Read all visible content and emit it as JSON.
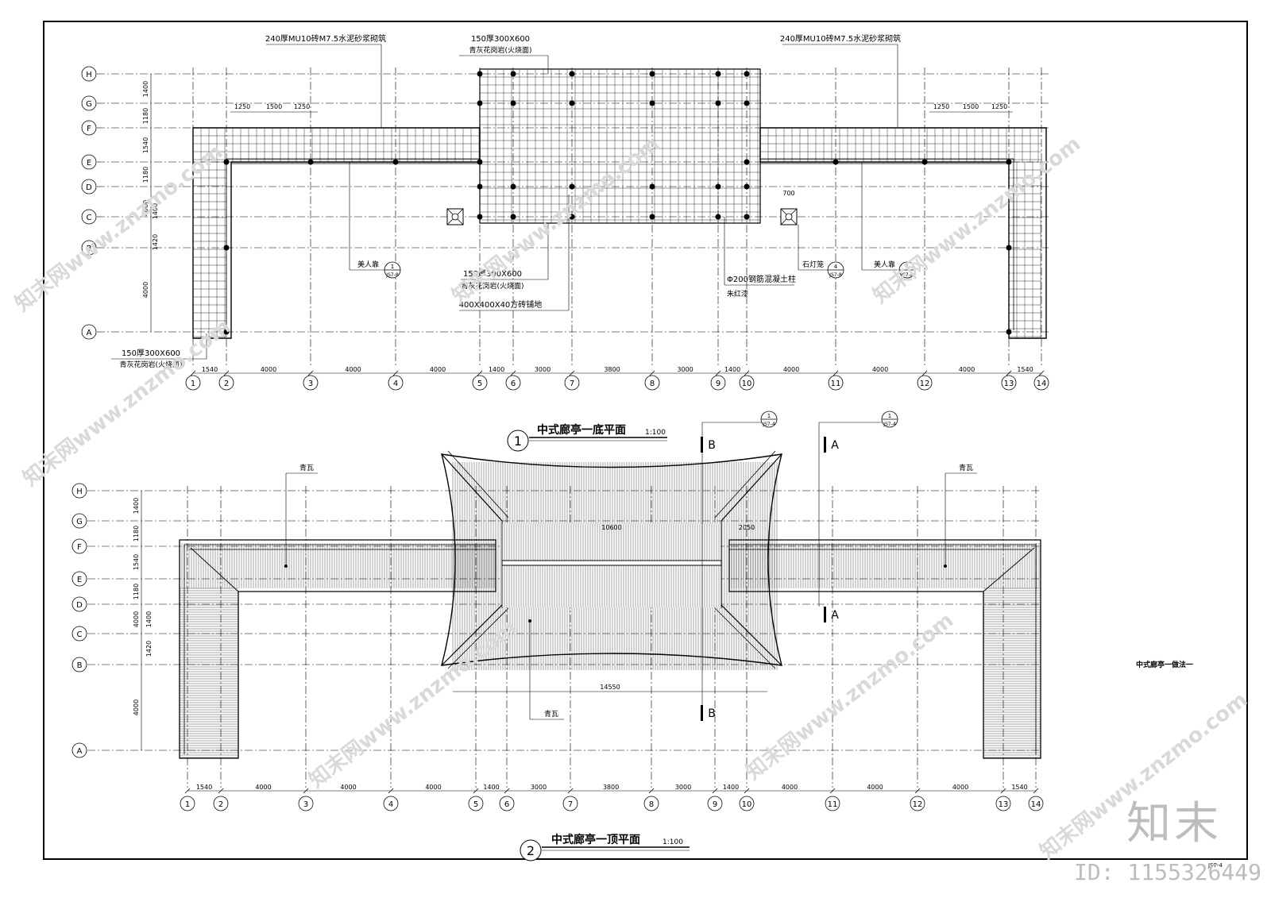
{
  "axes_rows": [
    "H",
    "G",
    "F",
    "E",
    "D",
    "C",
    "B",
    "A"
  ],
  "axes_cols": [
    "1",
    "2",
    "3",
    "4",
    "5",
    "6",
    "7",
    "8",
    "9",
    "10",
    "11",
    "12",
    "13",
    "14"
  ],
  "col_spacings": [
    "1540",
    "4000",
    "4000",
    "4000",
    "1400",
    "3000",
    "3800",
    "3000",
    "1400",
    "4000",
    "4000",
    "4000",
    "1540"
  ],
  "left_row_dims": [
    "1400",
    "1180",
    "1540",
    "1180",
    "1400",
    "4000",
    "1420",
    "4000"
  ],
  "plan1": {
    "number": "1",
    "title": "中式廊亭一底平面",
    "scale": "1:100",
    "notes": {
      "wall_left": "240厚MU10砖M7.5水泥砂浆砌筑",
      "wall_right": "240厚MU10砖M7.5水泥砂浆砌筑",
      "paving_top": "150厚300X600",
      "paving_top2": "青灰花岗岩(火烧面)",
      "paving_mid": "150厚300X600",
      "paving_mid2": "青灰花岗岩(火烧面)",
      "brick": "400X400X40方砖铺地",
      "paving_bl": "150厚300X600",
      "paving_bl2": "青灰花岗岩(火烧面)",
      "column": "Φ200钢筋混凝土柱",
      "column2": "朱红漆",
      "bench_left": "美人靠",
      "bench_right": "美人靠",
      "lamp": "石灯笼",
      "dim_700": "700",
      "seg_a": "1250",
      "seg_b": "1500",
      "seg_c": "1250"
    },
    "callouts": {
      "left": {
        "num": "1",
        "sheet": "JS7-8"
      },
      "lamp": {
        "num": "4",
        "sheet": "JS7-8"
      },
      "right": {
        "num": "1",
        "sheet": "JS7-8"
      }
    }
  },
  "plan2": {
    "number": "2",
    "title": "中式廊亭一顶平面",
    "scale": "1:100",
    "notes": {
      "tile_left": "青瓦",
      "tile_right": "青瓦",
      "tile_bottom": "青瓦",
      "dim_center": "10600",
      "dim_small": "2050",
      "dim_overall": "14550"
    },
    "section_marks": {
      "b_num": "1",
      "b_sheet": "JS7-4",
      "b_letter": "B",
      "a_num": "1",
      "a_sheet": "JS7-4",
      "a_letter": "A"
    }
  },
  "sheet_title": "中式廊亭一做法一",
  "watermark_text": "知末网www.znzmo.com",
  "logo": "知末",
  "id_text": "ID: 1155326449",
  "sheet_code": "JS7-4"
}
